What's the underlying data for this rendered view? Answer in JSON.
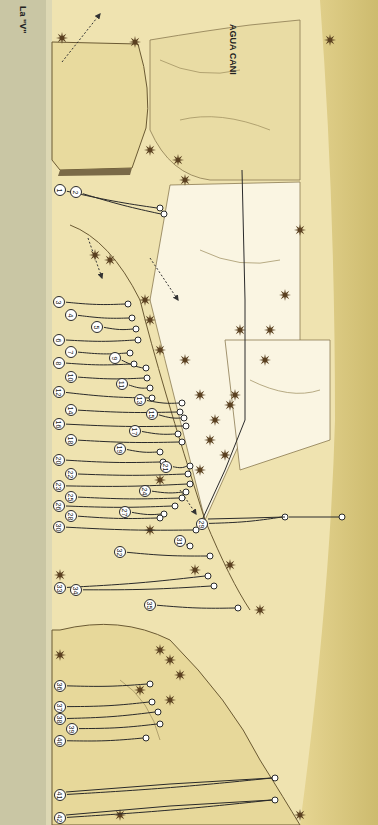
{
  "diagram": {
    "nodes": [
      {
        "text": [
          "1"
        ]
      },
      {
        "text": [
          "2"
        ]
      },
      {
        "text": [
          "3"
        ]
      },
      {
        "text": [
          "4"
        ]
      },
      {
        "text": [
          "5"
        ]
      },
      {
        "text": [
          "6"
        ]
      },
      {
        "text": [
          "7"
        ]
      },
      {
        "text": [
          "8"
        ]
      },
      {
        "text": [
          "9"
        ]
      },
      {
        "text": [
          "10"
        ]
      },
      {
        "text": [
          "11"
        ]
      },
      {
        "text": [
          "12"
        ]
      },
      {
        "text": [
          "13"
        ]
      },
      {
        "text": [
          "14"
        ]
      },
      {
        "text": [
          "15"
        ]
      },
      {
        "text": [
          "16"
        ]
      },
      {
        "text": [
          "17"
        ]
      },
      {
        "text": [
          "18"
        ]
      },
      {
        "text": [
          "19"
        ]
      },
      {
        "text": [
          "20"
        ]
      },
      {
        "text": [
          "21"
        ]
      },
      {
        "text": [
          "22"
        ]
      },
      {
        "text": [
          "23"
        ]
      },
      {
        "text": [
          "24"
        ]
      },
      {
        "text": [
          "25"
        ]
      },
      {
        "text": [
          "26"
        ]
      },
      {
        "text": [
          "27"
        ]
      },
      {
        "text": [
          "28"
        ]
      },
      {
        "text": [
          "29"
        ]
      },
      {
        "text": [
          "30"
        ]
      },
      {
        "text": [
          "31"
        ]
      },
      {
        "text": [
          "32"
        ]
      },
      {
        "text": [
          "33"
        ]
      },
      {
        "text": [
          "34"
        ]
      },
      {
        "text": [
          "35"
        ]
      },
      {
        "text": [
          "36"
        ]
      },
      {
        "text": [
          "37"
        ]
      },
      {
        "text": [
          "38"
        ]
      },
      {
        "text": [
          "39"
        ]
      },
      {
        "text": [
          "40"
        ]
      },
      {
        "text": [
          "41"
        ]
      },
      {
        "text": [
          "42"
        ]
      }
    ],
    "labels": [
      "La \"V\"",
      "AGUA CANI"
    ]
  }
}
